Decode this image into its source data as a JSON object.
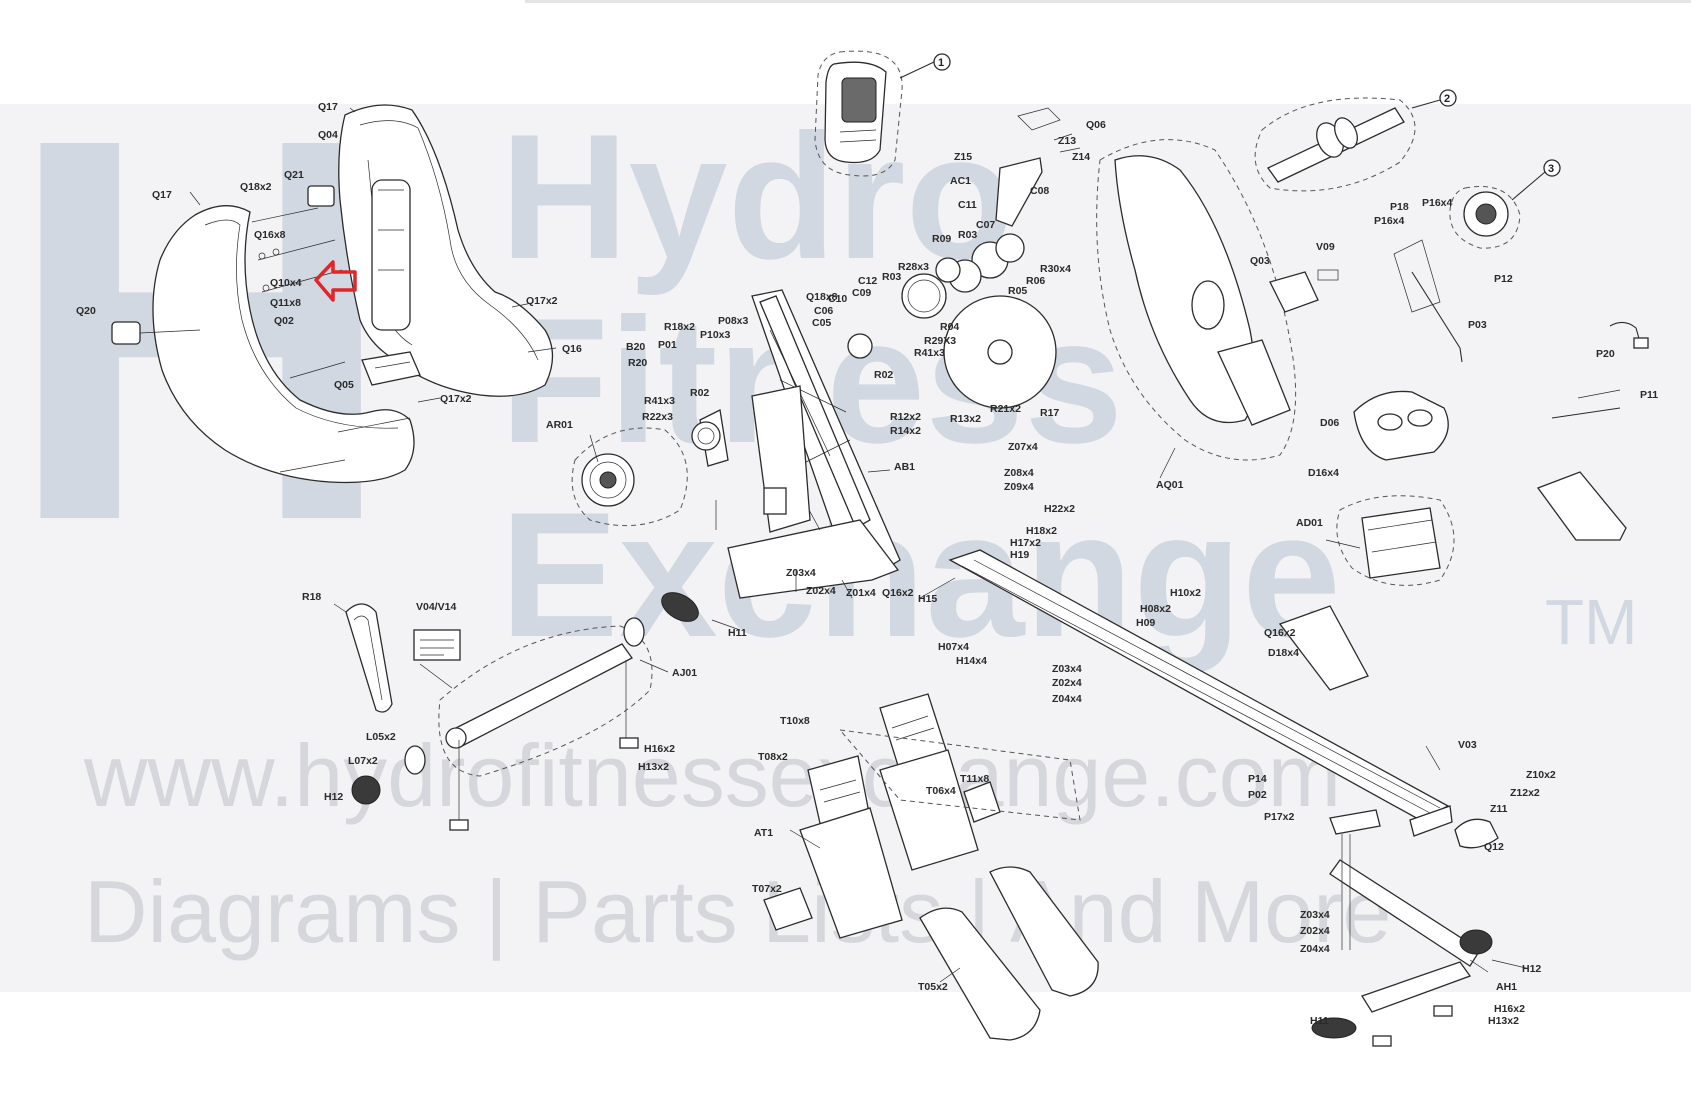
{
  "watermark": {
    "logo_letter": "H",
    "line1": "Hydro",
    "line2": "Fitness",
    "line3": "Exchange",
    "tm": "TM",
    "url": "www.hydrofitnessexchange.com",
    "tagline": "Diagrams | Parts Lists | And More"
  },
  "callouts": [
    "1",
    "2",
    "3"
  ],
  "highlight_color": "#e0262b",
  "labels": {
    "q17_a": "Q17",
    "q04": "Q04",
    "q21": "Q21",
    "q18x2": "Q18x2",
    "q17_b": "Q17",
    "q16x8": "Q16x8",
    "q10x4": "Q10x4",
    "q11x8": "Q11x8",
    "q20": "Q20",
    "q02": "Q02",
    "q17x2_a": "Q17x2",
    "q16": "Q16",
    "q05": "Q05",
    "q17x2_b": "Q17x2",
    "q06": "Q06",
    "z13": "Z13",
    "z14": "Z14",
    "z15": "Z15",
    "ac1": "AC1",
    "c11": "C11",
    "c08": "C08",
    "c07": "C07",
    "r09": "R09",
    "r03_a": "R03",
    "r30x4": "R30x4",
    "r06": "R06",
    "r05": "R05",
    "q18x8": "Q18x8",
    "c10": "C10",
    "c09": "C09",
    "c12": "C12",
    "r03_b": "R03",
    "r28x3": "R28x3",
    "c06": "C06",
    "c05": "C05",
    "r18x2": "R18x2",
    "p08x3": "P08x3",
    "p01": "P01",
    "p10x3": "P10x3",
    "r20": "R20",
    "b20": "B20",
    "r04": "R04",
    "r29x3": "R29X3",
    "r41x3_a": "R41x3",
    "r02_a": "R02",
    "r02_b": "R02",
    "r41x3_b": "R41x3",
    "r22x3": "R22x3",
    "ar01": "AR01",
    "r12x2": "R12x2",
    "r14x2": "R14x2",
    "r13x2": "R13x2",
    "r21x2": "R21x2",
    "r17": "R17",
    "ab1": "AB1",
    "z07x4": "Z07x4",
    "z08x4": "Z08x4",
    "z09x4": "Z09x4",
    "h22x2": "H22x2",
    "h18x2": "H18x2",
    "h17x2": "H17x2",
    "h19": "H19",
    "z03x4_a": "Z03x4",
    "z02x4_a": "Z02x4",
    "z01x4": "Z01x4",
    "q16x2_a": "Q16x2",
    "h15": "H15",
    "q03": "Q03",
    "v09": "V09",
    "aq01": "AQ01",
    "p18": "P18",
    "p16x4_a": "P16x4",
    "p16x4_b": "P16x4",
    "p12": "P12",
    "p03": "P03",
    "p20": "P20",
    "p11": "P11",
    "d06": "D06",
    "d16x4": "D16x4",
    "ad01": "AD01",
    "q16x2_b": "Q16x2",
    "d18x4": "D18x4",
    "r18": "R18",
    "v04v14": "V04/V14",
    "h11_a": "H11",
    "aj01": "AJ01",
    "l05x2": "L05x2",
    "l07x2": "L07x2",
    "h12_a": "H12",
    "h16x2_a": "H16x2",
    "h13x2_a": "H13x2",
    "h10x2": "H10x2",
    "h08x2": "H08x2",
    "h09": "H09",
    "h07x4": "H07x4",
    "h14x4": "H14x4",
    "z03x4_b": "Z03x4",
    "z02x4_b": "Z02x4",
    "z04x4_a": "Z04x4",
    "t10x8": "T10x8",
    "t08x2": "T08x2",
    "t06x4": "T06x4",
    "t11x8": "T11x8",
    "at1": "AT1",
    "t07x2": "T07x2",
    "t05x2": "T05x2",
    "v03": "V03",
    "z10x2": "Z10x2",
    "z12x2": "Z12x2",
    "z11": "Z11",
    "p14": "P14",
    "p02": "P02",
    "p17x2": "P17x2",
    "q12": "Q12",
    "z03x4_c": "Z03x4",
    "z02x4_c": "Z02x4",
    "z04x4_b": "Z04x4",
    "h12_b": "H12",
    "ah1": "AH1",
    "h16x2_b": "H16x2",
    "h13x2_b": "H13x2",
    "h11_b": "H11"
  }
}
